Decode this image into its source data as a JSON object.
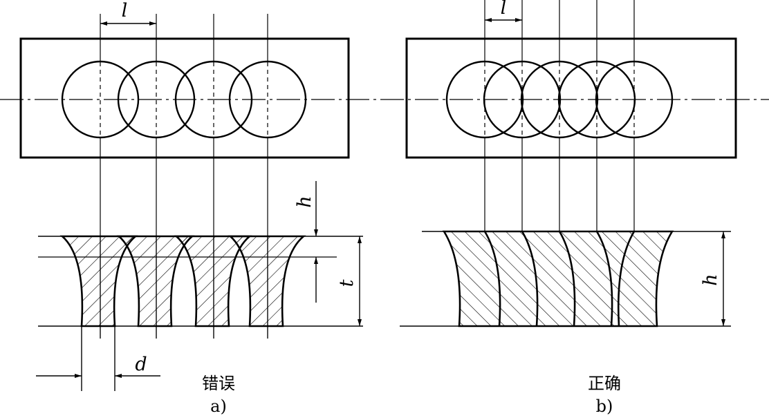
{
  "diagram": {
    "left_panel": {
      "pitch_label": "l",
      "depth_label": "h",
      "thickness_label": "t",
      "gap_label": "d",
      "caption_text": "错误",
      "caption_letter": "a)"
    },
    "right_panel": {
      "pitch_label": "l",
      "depth_label": "h",
      "caption_text": "正确",
      "caption_letter": "b)"
    }
  },
  "colors": {
    "stroke": "#000000",
    "background": "#ffffff"
  }
}
